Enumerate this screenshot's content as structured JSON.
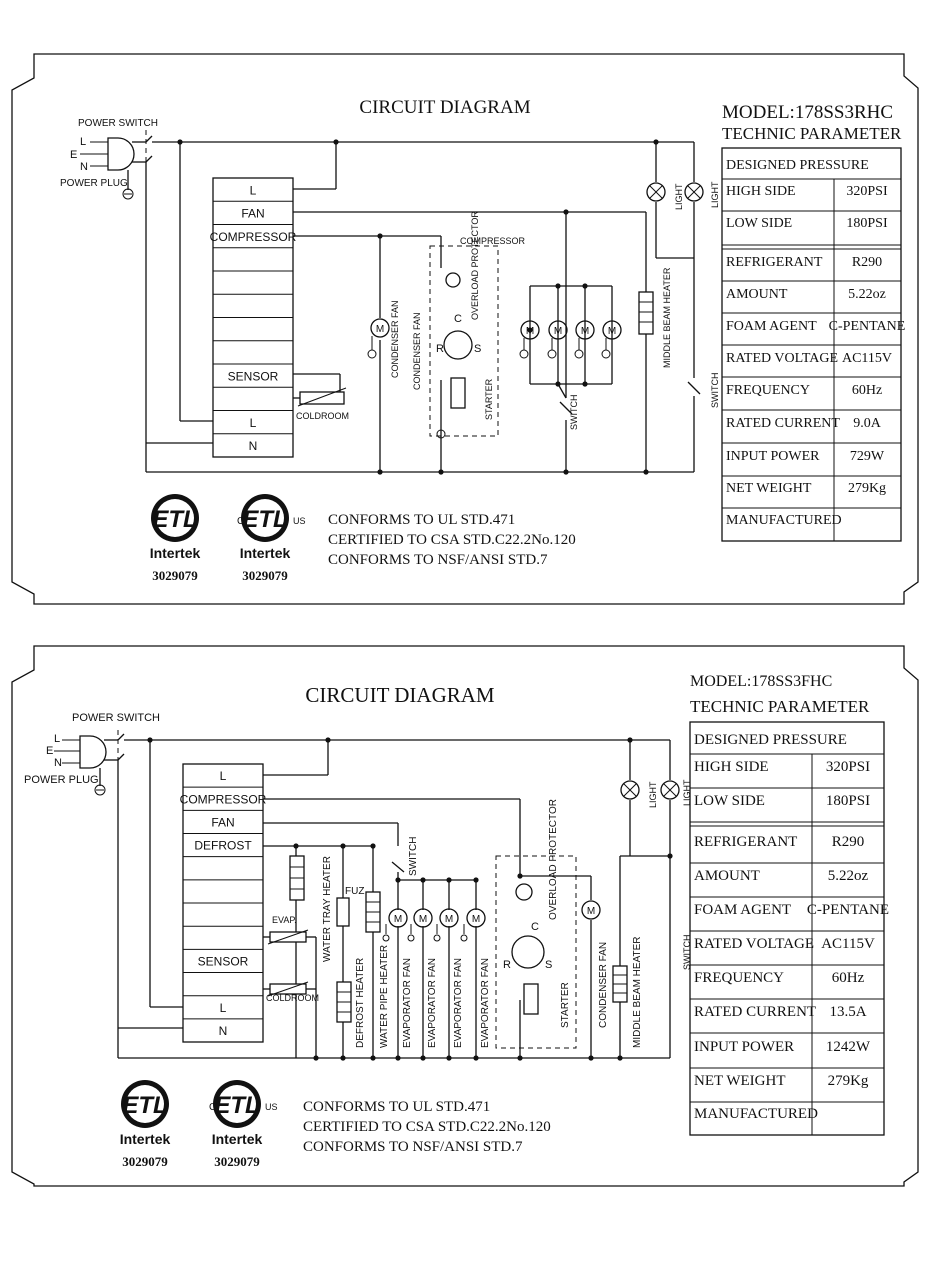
{
  "panels": [
    {
      "title": "CIRCUIT DIAGRAM",
      "model": "MODEL:178SS3RHC",
      "technic": "TECHNIC PARAMETER",
      "designed_pressure": "DESIGNED PRESSURE",
      "params": [
        {
          "label": "HIGH SIDE",
          "value": "320PSI"
        },
        {
          "label": "LOW SIDE",
          "value": "180PSI"
        },
        {
          "label": "REFRIGERANT",
          "value": "R290"
        },
        {
          "label": "AMOUNT",
          "value": "5.22oz"
        },
        {
          "label": "FOAM AGENT",
          "value": "C-PENTANE"
        },
        {
          "label": "RATED VOLTAGE",
          "value": "AC115V"
        },
        {
          "label": "FREQUENCY",
          "value": "60Hz"
        },
        {
          "label": "RATED CURRENT",
          "value": "9.0A"
        },
        {
          "label": "INPUT POWER",
          "value": "729W"
        },
        {
          "label": "NET WEIGHT",
          "value": "279Kg"
        },
        {
          "label": "MANUFACTURED",
          "value": ""
        }
      ],
      "terminals": [
        "L",
        "FAN",
        "COMPRESSOR",
        "",
        "",
        "",
        "",
        "",
        "SENSOR",
        "",
        "L",
        "N"
      ],
      "labels": {
        "power_switch": "POWER SWITCH",
        "power_plug": "POWER PLUG",
        "l": "L",
        "e": "E",
        "n": "N",
        "compressor": "COMPRESSOR",
        "overload_protector": "OVERLOAD PROTECTOR",
        "condenser_fan": "CONDENSER FAN",
        "starter": "STARTER",
        "switch": "SWITCH",
        "middle_beam_heater": "MIDDLE BEAM HEATER",
        "light": "LIGHT",
        "coldroom": "COLDROOM",
        "c": "C",
        "r": "R",
        "s": "S",
        "m": "M"
      },
      "conformity": [
        "CONFORMS TO UL STD.471",
        "CERTIFIED TO CSA STD.C22.2No.120",
        "CONFORMS TO NSF/ANSI STD.7"
      ],
      "certs": [
        {
          "brand": "Intertek",
          "number": "3029079",
          "c": "",
          "us": ""
        },
        {
          "brand": "Intertek",
          "number": "3029079",
          "c": "C",
          "us": "US"
        }
      ]
    },
    {
      "title": "CIRCUIT DIAGRAM",
      "model": "MODEL:178SS3FHC",
      "technic": "TECHNIC PARAMETER",
      "designed_pressure": "DESIGNED PRESSURE",
      "params": [
        {
          "label": "HIGH SIDE",
          "value": "320PSI"
        },
        {
          "label": "LOW SIDE",
          "value": "180PSI"
        },
        {
          "label": "REFRIGERANT",
          "value": "R290"
        },
        {
          "label": "AMOUNT",
          "value": "5.22oz"
        },
        {
          "label": "FOAM AGENT",
          "value": "C-PENTANE"
        },
        {
          "label": "RATED VOLTAGE",
          "value": "AC115V"
        },
        {
          "label": "FREQUENCY",
          "value": "60Hz"
        },
        {
          "label": "RATED CURRENT",
          "value": "13.5A"
        },
        {
          "label": "INPUT POWER",
          "value": "1242W"
        },
        {
          "label": "NET WEIGHT",
          "value": "279Kg"
        },
        {
          "label": "MANUFACTURED",
          "value": ""
        }
      ],
      "terminals": [
        "L",
        "COMPRESSOR",
        "FAN",
        "DEFROST",
        "",
        "",
        "",
        "",
        "SENSOR",
        "",
        "L",
        "N"
      ],
      "labels": {
        "power_switch": "POWER SWITCH",
        "power_plug": "POWER PLUG",
        "l": "L",
        "e": "E",
        "n": "N",
        "water_tray_heater": "WATER TRAY HEATER",
        "defrost_heater": "DEFROST HEATER",
        "water_pipe_heater": "WATER PIPE HEATER",
        "fuz": "FUZ",
        "evap": "EVAP.",
        "coldroom": "COLDROOM",
        "switch": "SWITCH",
        "evaporator_fan": "EVAPORATOR FAN",
        "overload_protector": "OVERLOAD PROTECTOR",
        "starter": "STARTER",
        "condenser_fan": "CONDENSER FAN",
        "middle_beam_heater": "MIDDLE BEAM HEATER",
        "light": "LIGHT",
        "c": "C",
        "r": "R",
        "s": "S",
        "m": "M"
      },
      "conformity": [
        "CONFORMS TO UL STD.471",
        "CERTIFIED TO CSA STD.C22.2No.120",
        "CONFORMS TO NSF/ANSI STD.7"
      ],
      "certs": [
        {
          "brand": "Intertek",
          "number": "3029079",
          "c": "",
          "us": ""
        },
        {
          "brand": "Intertek",
          "number": "3029079",
          "c": "C",
          "us": "US"
        }
      ]
    }
  ]
}
